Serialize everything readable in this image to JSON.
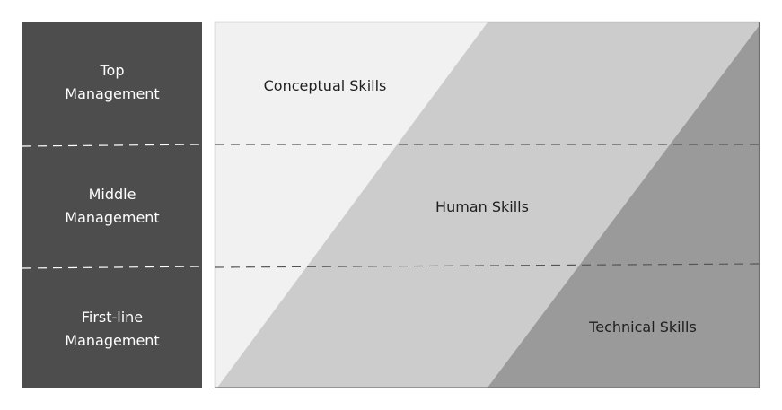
{
  "levels": [
    {
      "line1": "Top",
      "line2": "Management"
    },
    {
      "line1": "Middle",
      "line2": "Management"
    },
    {
      "line1": "First-line",
      "line2": "Management"
    }
  ],
  "skills": {
    "conceptual": "Conceptual Skills",
    "human": "Human Skills",
    "technical": "Technical Skills"
  },
  "colors": {
    "levels_bg": "#4d4d4d",
    "conceptual": "#f1f1f1",
    "human": "#cccccc",
    "technical": "#9a9a9a"
  }
}
